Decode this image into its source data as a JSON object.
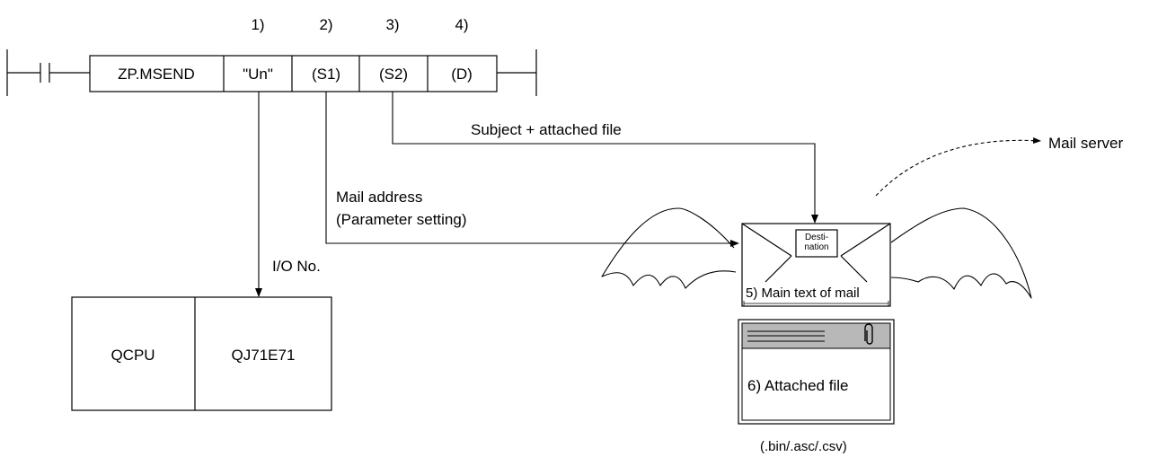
{
  "instruction": {
    "numbers": [
      "1)",
      "2)",
      "3)",
      "4)"
    ],
    "mnemonic": "ZP.MSEND",
    "operands": [
      "\"Un\"",
      "(S1)",
      "(S2)",
      "(D)"
    ]
  },
  "labels": {
    "subject_attached": "Subject + attached file",
    "mail_server": "Mail server",
    "mail_address_line1": "Mail address",
    "mail_address_line2": "(Parameter setting)",
    "io_no": "I/O No."
  },
  "modules": [
    "QCPU",
    "QJ71E71"
  ],
  "mail": {
    "destination_line1": "Desti-",
    "destination_line2": "nation",
    "main_text": "5) Main text of mail",
    "attached_file": "6) Attached file",
    "file_types": "(.bin/.asc/.csv)"
  }
}
